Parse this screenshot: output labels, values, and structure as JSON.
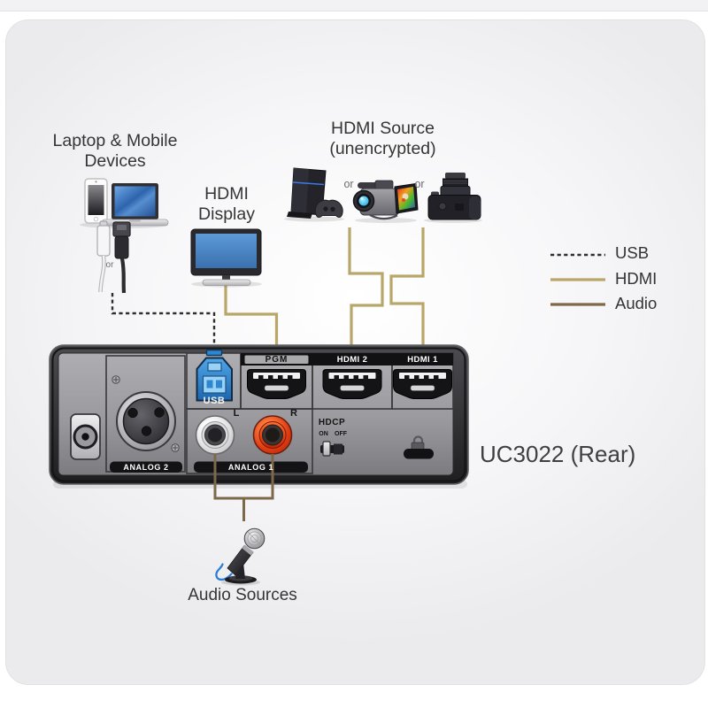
{
  "titles": {
    "laptop_mobile": "Laptop & Mobile\nDevices",
    "hdmi_display": "HDMI\nDisplay",
    "hdmi_source": "HDMI Source\n(unencrypted)",
    "uc3022": "UC3022 (Rear)",
    "audio_sources": "Audio Sources"
  },
  "or_labels": {
    "cables": "or",
    "between_console_camcorder": "or",
    "between_camcorder_camera": "or"
  },
  "legend": {
    "usb": {
      "label": "USB",
      "style": "dashed",
      "color": "#2e2e2e"
    },
    "hdmi": {
      "label": "HDMI",
      "style": "solid",
      "color": "#b9a76a"
    },
    "audio": {
      "label": "Audio",
      "style": "solid",
      "color": "#7d6849"
    }
  },
  "panel": {
    "usb_port": "USB",
    "pgm_port": "PGM",
    "hdmi2_port": "HDMI 2",
    "hdmi1_port": "HDMI 1",
    "analog2": "ANALOG 2",
    "analog1": "ANALOG 1",
    "rca_left": "L",
    "rca_right": "R",
    "hdcp": "HDCP",
    "hdcp_on": "ON",
    "hdcp_off": "OFF"
  },
  "colors": {
    "usb_port_blue": "#2f86d0",
    "rca_red": "#e03c14",
    "screen_blue": "#4a86c8"
  }
}
